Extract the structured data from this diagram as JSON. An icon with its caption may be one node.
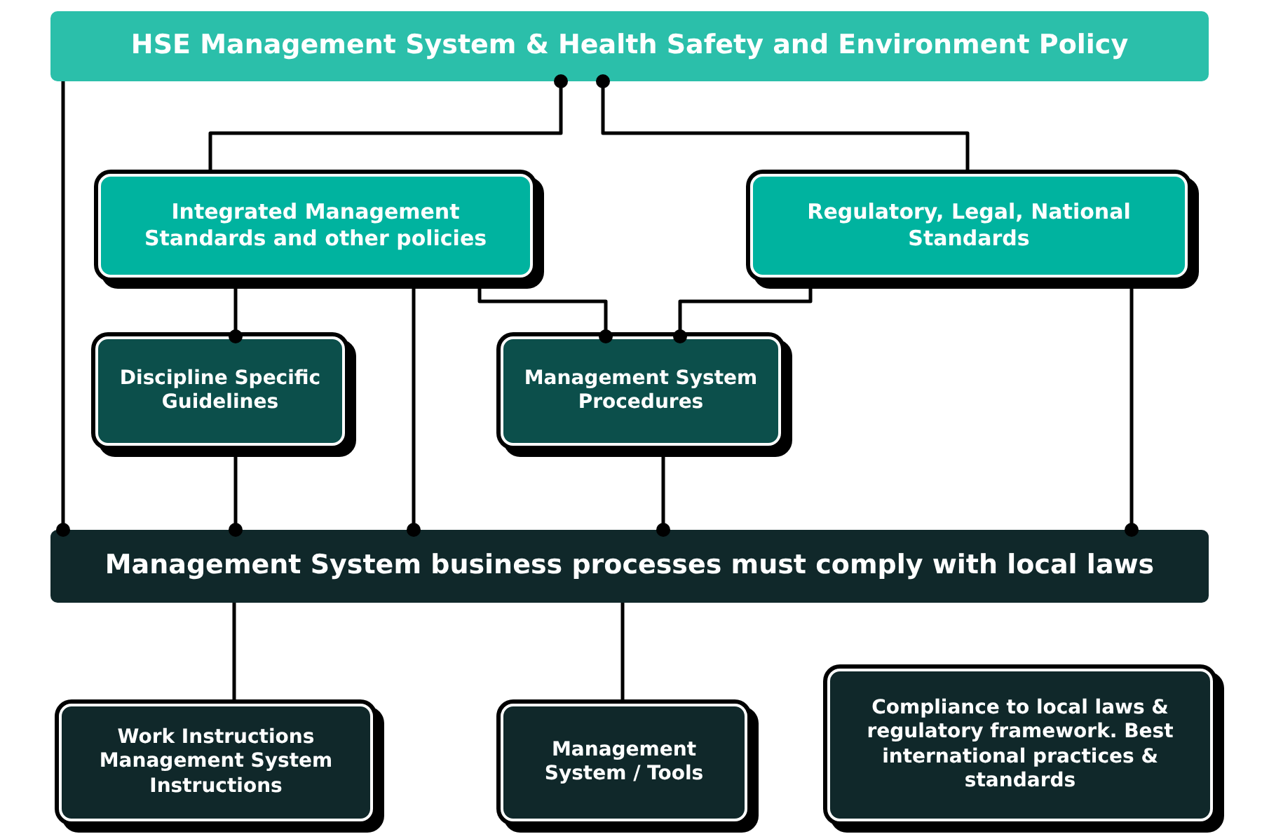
{
  "diagram": {
    "nodes": [
      {
        "text": [
          "HSE Management System & Health Safety and Environment Policy"
        ]
      },
      {
        "text": [
          "Integrated Management Standards and other policies"
        ]
      },
      {
        "text": [
          "Regulatory, Legal, National Standards"
        ]
      },
      {
        "text": [
          "Discipline Specific Guidelines"
        ]
      },
      {
        "text": [
          "Management System Procedures"
        ]
      },
      {
        "text": [
          "Management System business processes must comply with local laws"
        ]
      },
      {
        "text": [
          "Work Instructions Management System Instructions"
        ]
      },
      {
        "text": [
          "Management System / Tools"
        ]
      },
      {
        "text": [
          "Compliance to local laws & regulatory framework. Best international practices & standards"
        ]
      }
    ],
    "edges": [
      {
        "from": 1,
        "to": 0,
        "arrow": "other"
      },
      {
        "from": 2,
        "to": 0,
        "arrow": "other"
      },
      {
        "from": 1,
        "to": 4,
        "arrow": "other"
      },
      {
        "from": 2,
        "to": 4,
        "arrow": "other"
      },
      {
        "from": 1,
        "to": 3,
        "arrow": "other"
      },
      {
        "from": 0,
        "to": 5,
        "arrow": "other"
      },
      {
        "from": 3,
        "to": 5,
        "arrow": "other"
      },
      {
        "from": 1,
        "to": 5,
        "arrow": "other"
      },
      {
        "from": 4,
        "to": 5,
        "arrow": "other"
      },
      {
        "from": 2,
        "to": 5,
        "arrow": "other"
      },
      {
        "from": 5,
        "to": 6,
        "arrow": "none"
      },
      {
        "from": 5,
        "to": 7,
        "arrow": "none"
      }
    ]
  }
}
